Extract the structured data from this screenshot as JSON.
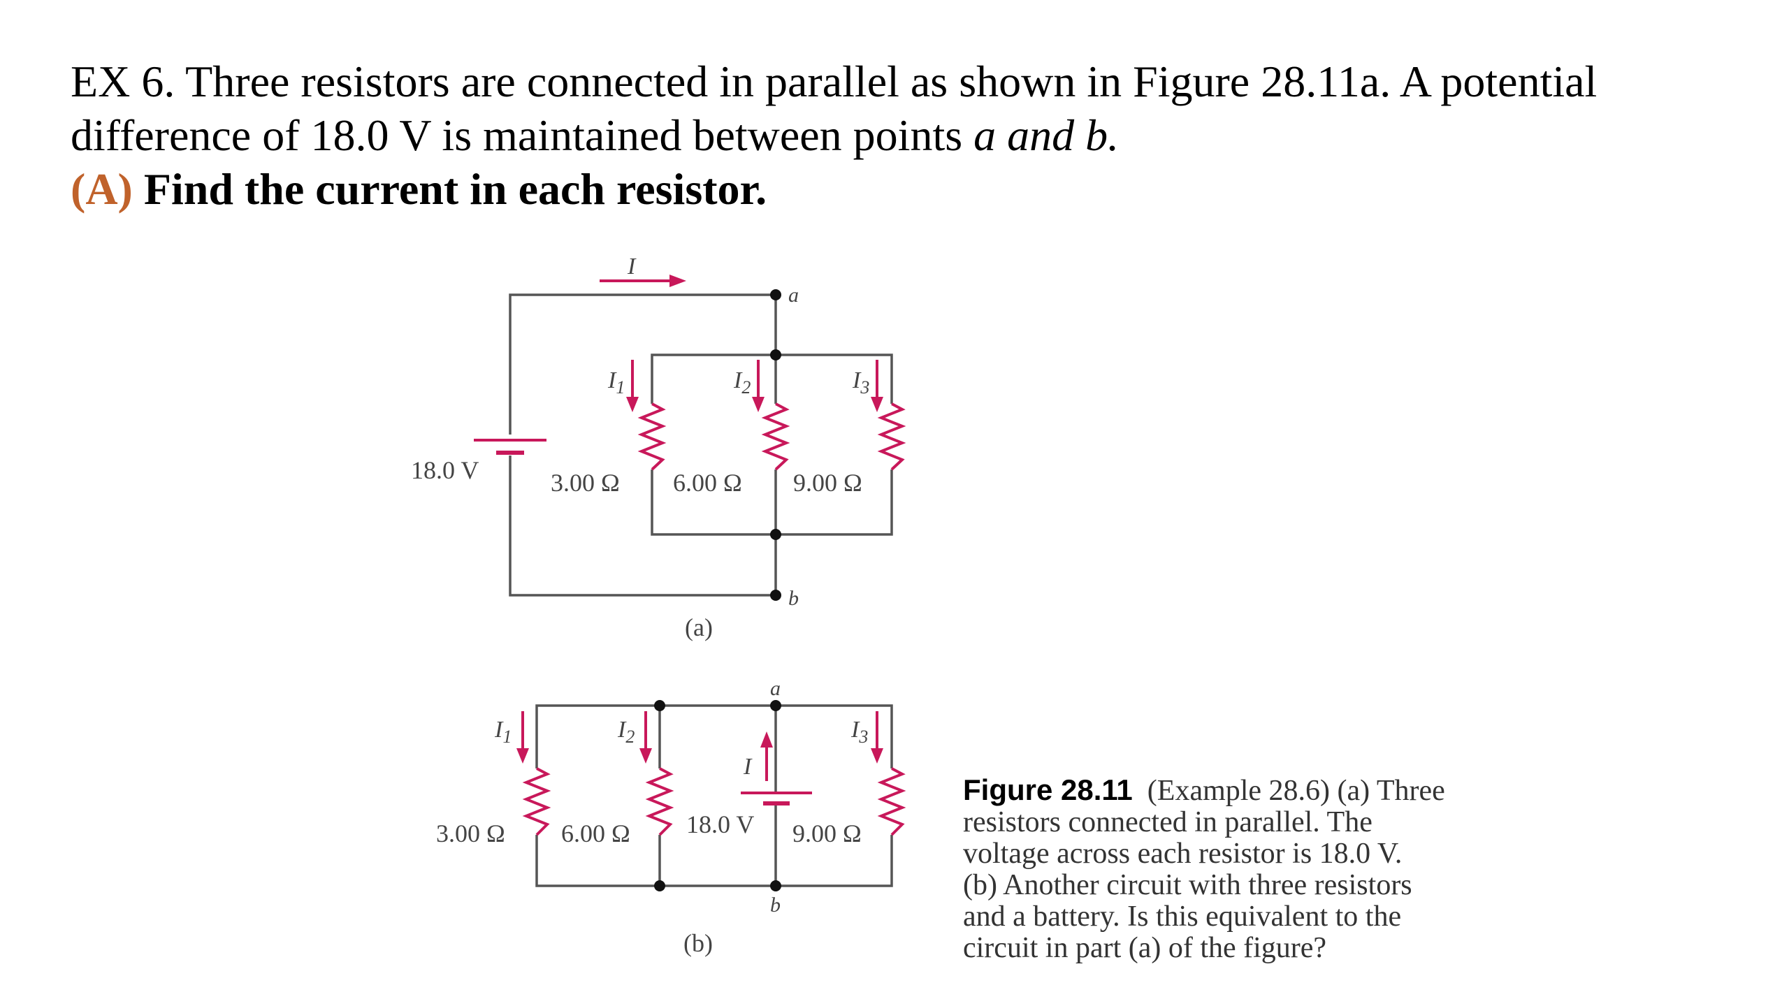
{
  "problem": {
    "line1": "EX 6. Three resistors are connected in parallel as shown in Figure 28.11a. A potential",
    "line2_text": "difference of 18.0 V is maintained  between points ",
    "line2_italic": "a and b.",
    "part_label": "(A)",
    "part_text": " Find the current in each resistor."
  },
  "figure": {
    "circuit_a": {
      "current_label": "I",
      "node_top": "a",
      "node_bottom": "b",
      "battery": "18.0 V",
      "branches": [
        {
          "current": "I",
          "sub": "1",
          "resistance": "3.00 Ω"
        },
        {
          "current": "I",
          "sub": "2",
          "resistance": "6.00 Ω"
        },
        {
          "current": "I",
          "sub": "3",
          "resistance": "9.00 Ω"
        }
      ],
      "label": "(a)"
    },
    "circuit_b": {
      "node_top": "a",
      "node_bottom": "b",
      "battery": "18.0 V",
      "battery_current": "I",
      "branches": [
        {
          "current": "I",
          "sub": "1",
          "resistance": "3.00 Ω"
        },
        {
          "current": "I",
          "sub": "2",
          "resistance": "6.00 Ω"
        },
        {
          "current": "I",
          "sub": "3",
          "resistance": "9.00 Ω"
        }
      ],
      "label": "(b)"
    }
  },
  "caption": {
    "title": "Figure 28.11",
    "lines": [
      "(Example 28.6) (a) Three",
      "resistors connected in parallel. The",
      "voltage across each resistor is 18.0 V.",
      "(b) Another circuit with three resistors",
      "and a battery. Is this equivalent to the",
      "circuit in part (a) of the figure?"
    ]
  },
  "colors": {
    "accent": "#c0622b",
    "resistor": "#c8185a"
  }
}
